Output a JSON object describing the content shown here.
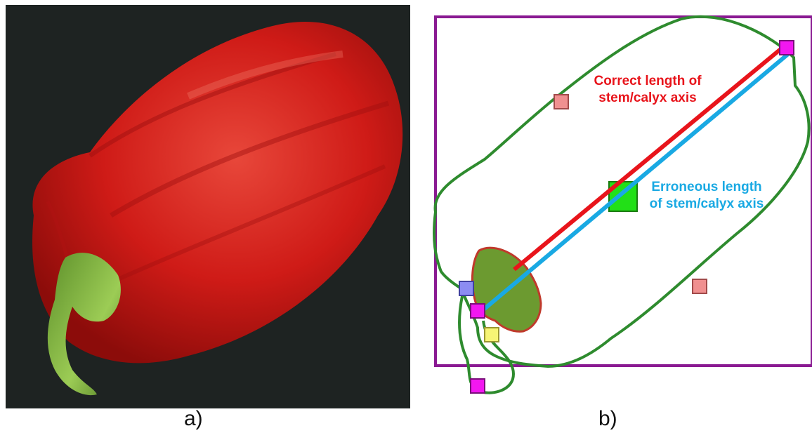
{
  "panels": {
    "a": {
      "caption": "a)"
    },
    "b": {
      "caption": "b)",
      "annotations": {
        "correct_line1": "Correct length of",
        "correct_line2": "stem/calyx axis",
        "erroneous_line1": "Erroneous length",
        "erroneous_line2": "of stem/calyx axis"
      }
    }
  },
  "colors": {
    "background_a": "#1e2322",
    "pepper_red": "#d21a16",
    "stem_green": "#7fb13f",
    "contour_green": "#2e8b2e",
    "bounding_box": "#8a1a92",
    "correct_axis": "#e8141b",
    "erroneous_axis": "#19a9e3",
    "centroid": "#22e017",
    "endpoint_magenta": "#f217f0",
    "marker_salmon": "#f09090",
    "marker_blue": "#8c8cf2",
    "marker_yellow": "#f7f575"
  }
}
